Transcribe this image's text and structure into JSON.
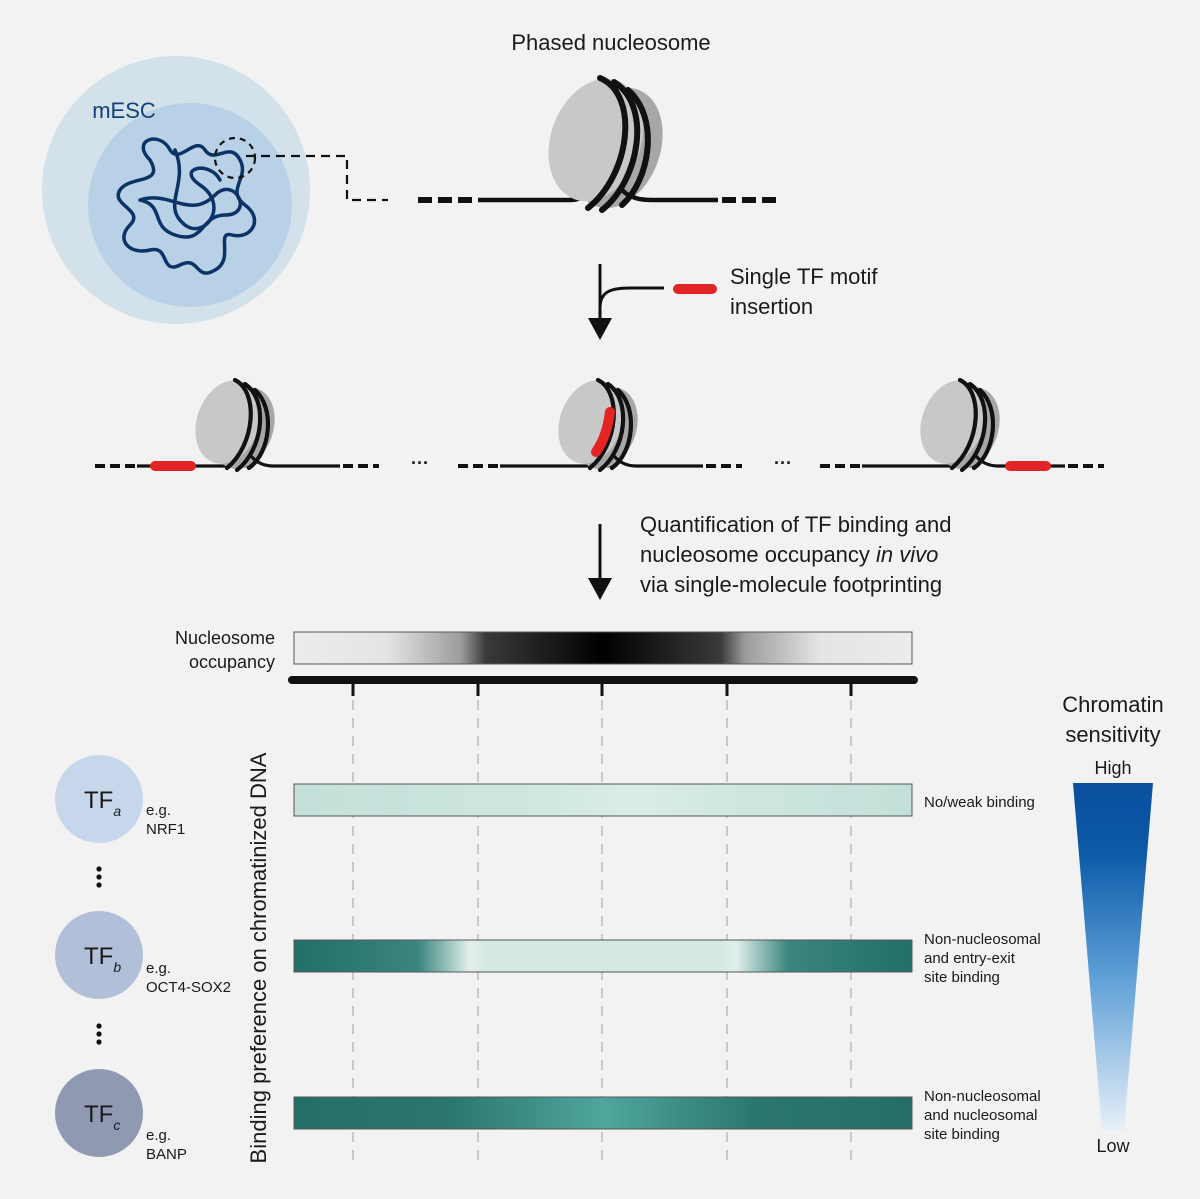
{
  "top": {
    "title": "Phased nucleosome",
    "cell_label": "mESC"
  },
  "step1": {
    "line1": "Single TF motif",
    "line2": "insertion"
  },
  "ellipsis": "···",
  "step2": {
    "line1": "Quantification of TF binding and",
    "line2_prefix": "nucleosome occupancy ",
    "line2_italic": "in vivo",
    "line3": "via single-molecule footprinting"
  },
  "occupancy": {
    "label_line1": "Nucleosome",
    "label_line2": "occupancy"
  },
  "side_axis_label": "Binding preference on chromatinized DNA",
  "tfs": [
    {
      "letter": "TF",
      "sub": "a",
      "eg": "e.g.",
      "name": "NRF1",
      "color": "#c7d7eb"
    },
    {
      "letter": "TF",
      "sub": "b",
      "eg": "e.g.",
      "name": "OCT4-SOX2",
      "color": "#b2bfd8"
    },
    {
      "letter": "TF",
      "sub": "c",
      "eg": "e.g.",
      "name": "BANP",
      "color": "#8f9ab2"
    }
  ],
  "rows": [
    {
      "lines": [
        "No/weak binding"
      ]
    },
    {
      "lines": [
        "Non-nucleosomal",
        "and entry-exit",
        "site binding"
      ]
    },
    {
      "lines": [
        "Non-nucleosomal",
        "and nucleosomal",
        "site binding"
      ]
    }
  ],
  "sensitivity": {
    "title_line1": "Chromatin",
    "title_line2": "sensitivity",
    "high": "High",
    "low": "Low"
  },
  "colors": {
    "dna": "#111111",
    "motif": "#e32424",
    "histone": "#c8c8c8",
    "histone_shadow": "#a7a7a7",
    "cell_outer": "#d3e2ea",
    "cell_inner": "#b8d1e6",
    "chromatin": "#0c3366",
    "teal_dark": "#22706a",
    "teal_light": "#d5e8e4",
    "blue_high": "#0a4f9c",
    "blue_low": "#e6eff8"
  }
}
